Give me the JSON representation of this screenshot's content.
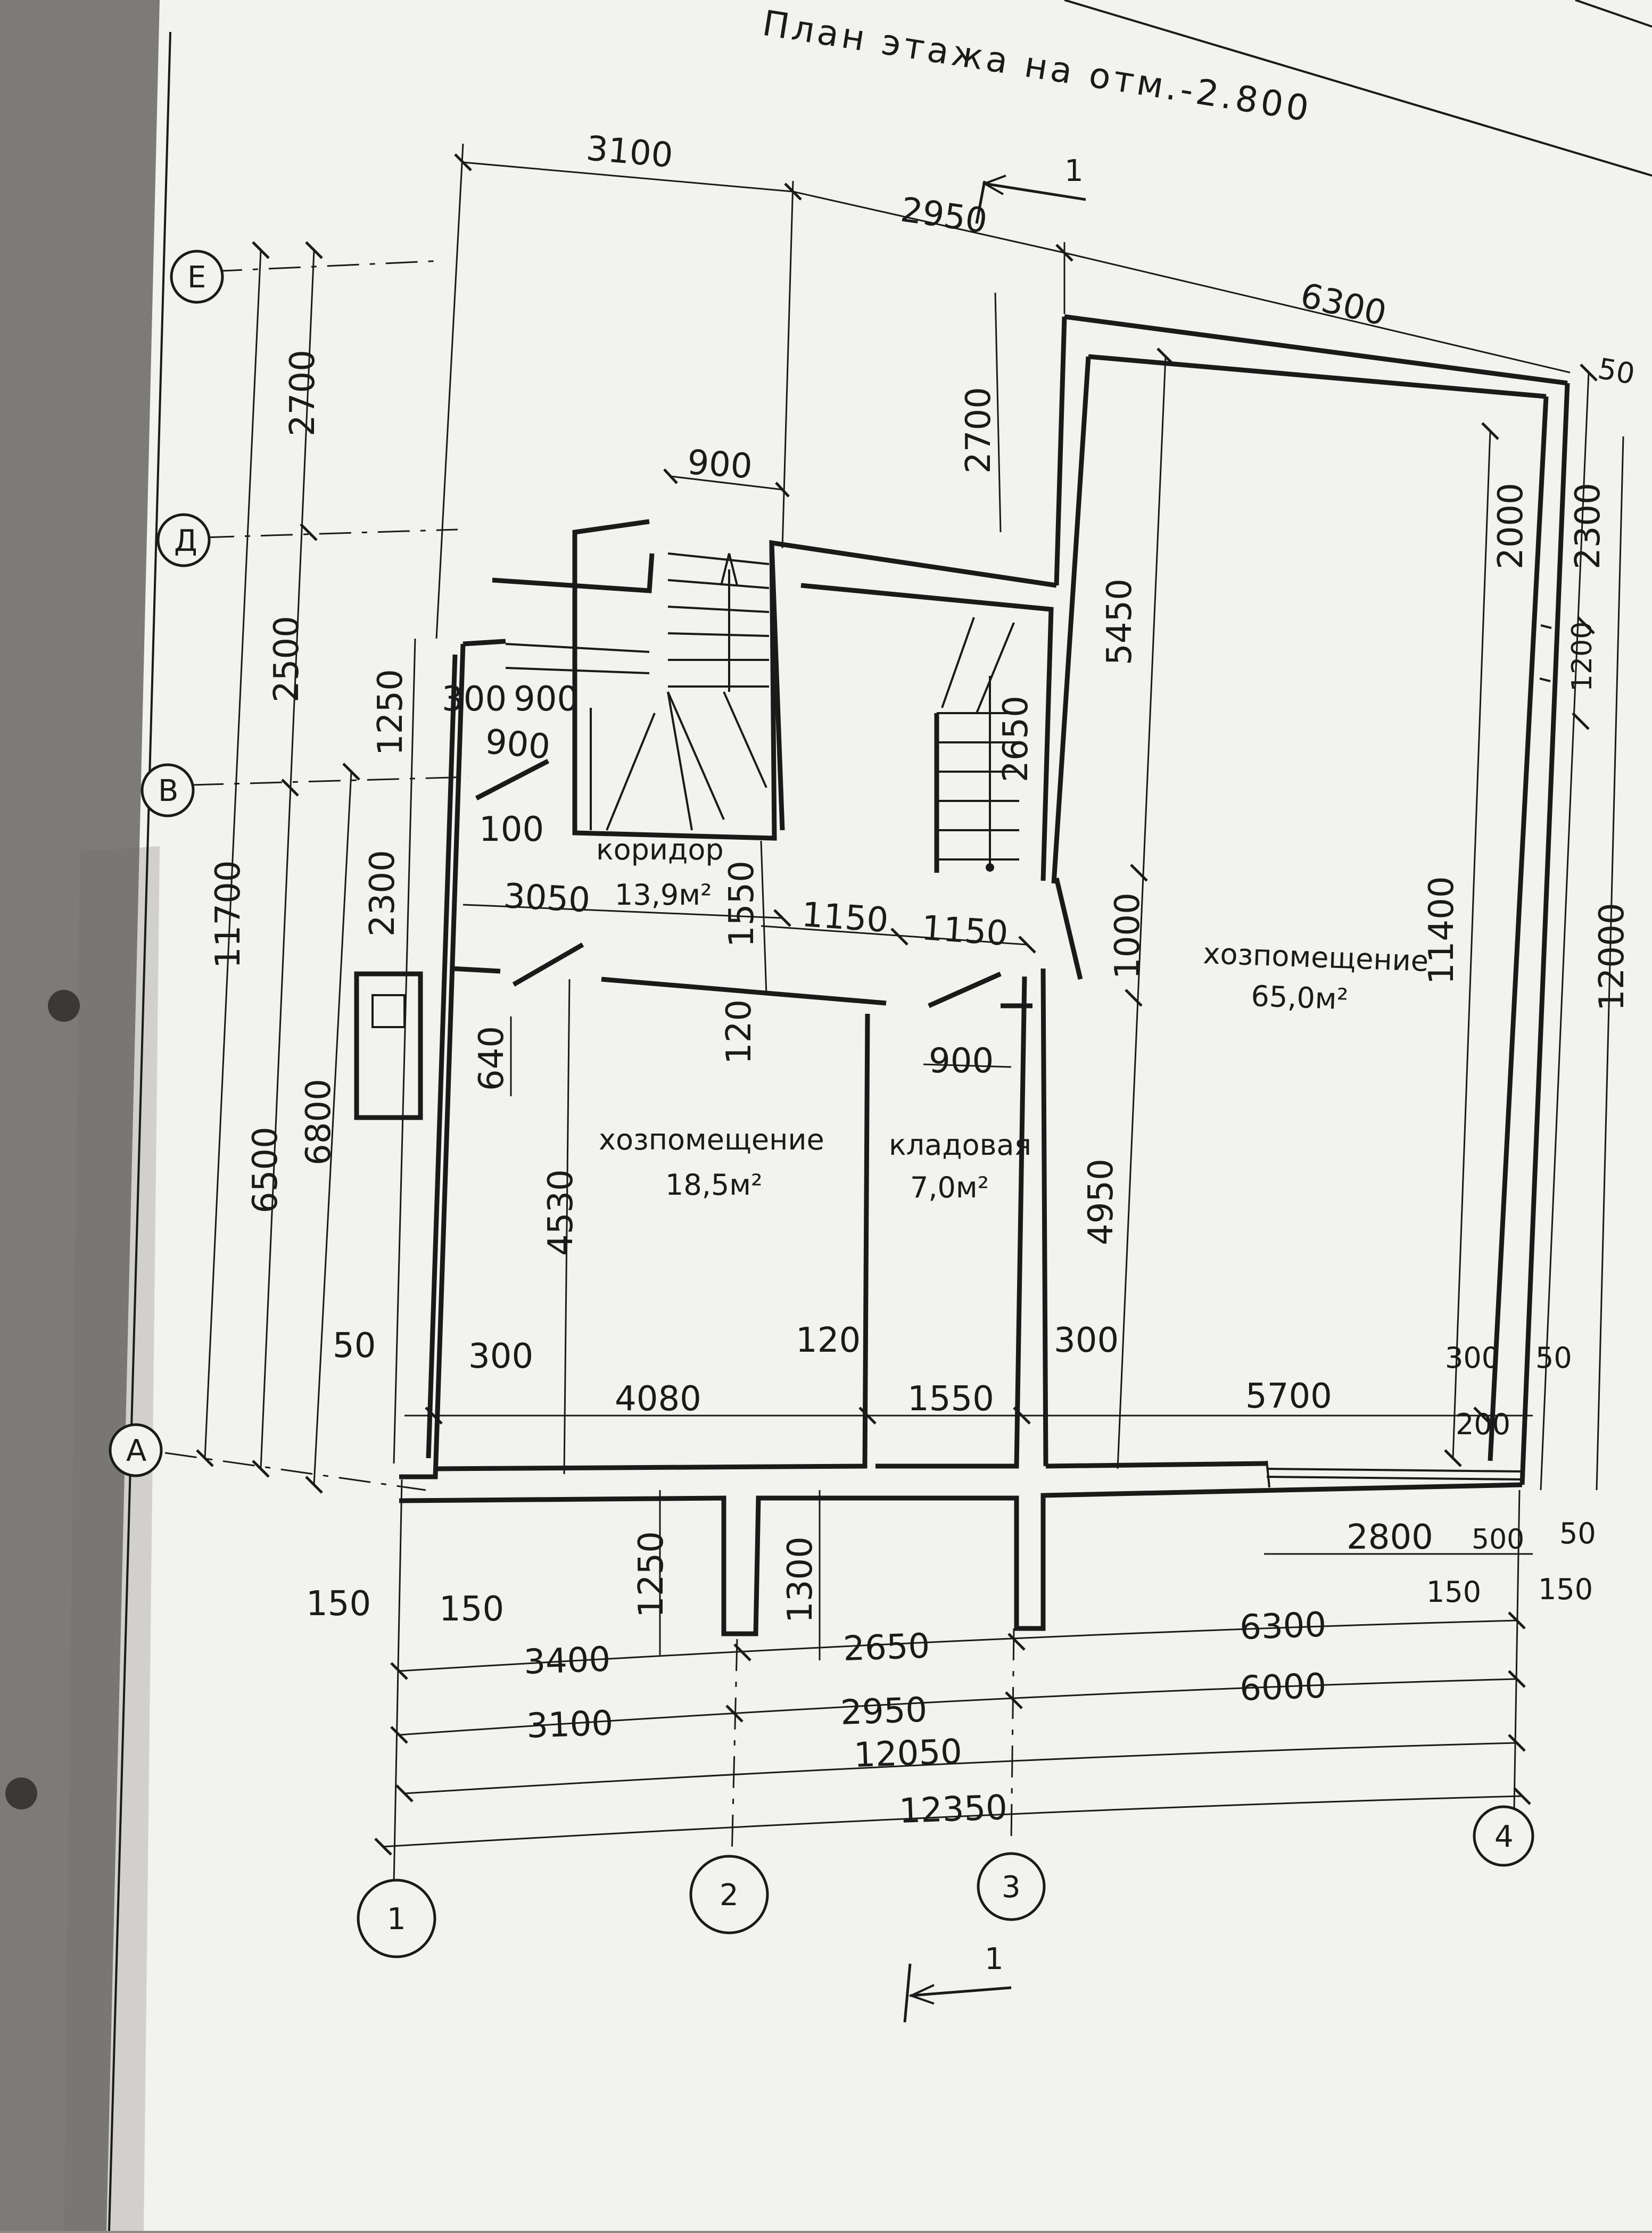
{
  "sheet": {
    "title": "План этажа на отм.-2.800",
    "section_mark": "1"
  },
  "rooms": [
    {
      "id": "corridor",
      "name": "коридор",
      "area": "13,9м²"
    },
    {
      "id": "storage-small",
      "name": "хозпомещение",
      "area": "18,5м²"
    },
    {
      "id": "pantry",
      "name": "кладовая",
      "area": "7,0м²"
    },
    {
      "id": "storage-large",
      "name": "хозпомещение",
      "area": "65,0м²"
    }
  ],
  "axes": {
    "columns": [
      "1",
      "2",
      "3",
      "4"
    ],
    "rows": [
      "А",
      "В",
      "Д",
      "Е"
    ]
  },
  "dimensions": {
    "top": [
      "3100",
      "2950",
      "6300",
      "50"
    ],
    "stair": [
      "900",
      "300",
      "900",
      "900",
      "100",
      "2650",
      "2700"
    ],
    "corridor": [
      "3050",
      "1550",
      "1150",
      "1150",
      "120",
      "1250",
      "2300"
    ],
    "left_chain": [
      "2700",
      "2500",
      "11700",
      "6500",
      "6800",
      "640",
      "4530",
      "50",
      "300"
    ],
    "right_chain": [
      "2000",
      "2300",
      "1200",
      "12000",
      "11400",
      "5450",
      "1000",
      "4950"
    ],
    "interior": [
      "900",
      "120",
      "300",
      "4080",
      "1550",
      "5700",
      "300",
      "50",
      "200"
    ],
    "bottom_local": [
      "1250",
      "1300",
      "2800",
      "500",
      "50",
      "150",
      "150",
      "150",
      "150"
    ],
    "bottom_chain_1": [
      "3400",
      "2650",
      "6300"
    ],
    "bottom_chain_2": [
      "3100",
      "2950",
      "6000"
    ],
    "bottom_total_1": "12050",
    "bottom_total_2": "12350"
  },
  "colors": {
    "paper": "#f2f2ee",
    "ink": "#1a1a1a",
    "background": "#8c8a86"
  }
}
